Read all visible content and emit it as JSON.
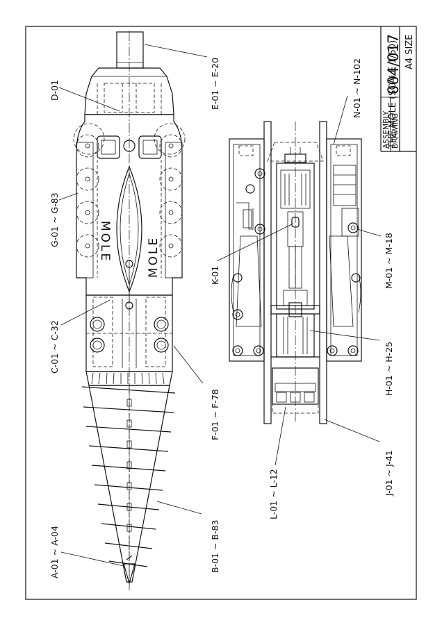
{
  "title_block": {
    "title": "THE MOLE (SCALE 1/50)",
    "drawing_type_1": "ASSEMBLY",
    "drawing_type_2": "DRAWING",
    "sheet_number": "004/017",
    "paper_size": "A4 SIZE"
  },
  "part_labels": {
    "a": "A-01 ~ A-04",
    "b": "B-01 ~ B-83",
    "c": "C-01 ~ C-32",
    "d": "D-01",
    "e": "E-01 ~ E-20",
    "f": "F-01 ~ F-78",
    "g": "G-01 ~ G-83",
    "h": "H-01 ~ H-25",
    "j": "J-01 ~ J-41",
    "k": "K-01",
    "l": "L-01 ~ L-12",
    "m": "M-01 ~ M-18",
    "n": "N-01 ~ N-102"
  },
  "body_text": {
    "mole_left": "MOLE",
    "mole_right": "MOLE"
  }
}
